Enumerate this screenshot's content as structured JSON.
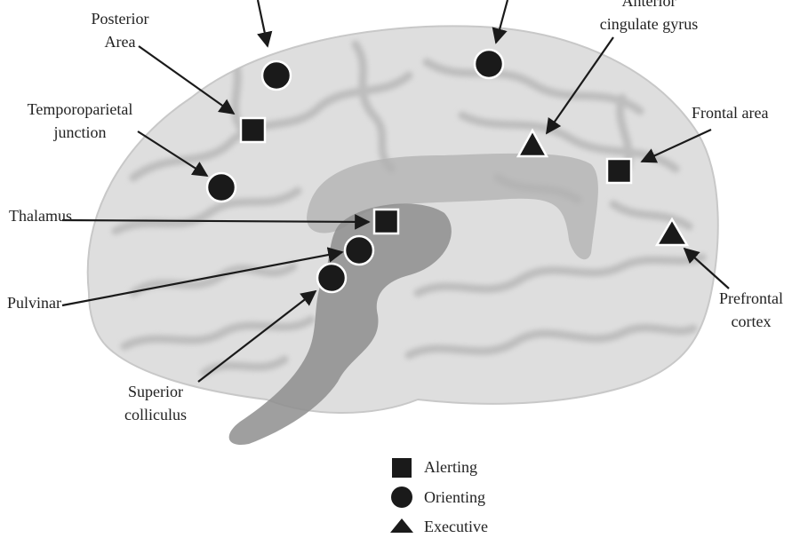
{
  "labels": {
    "anterior_cingulate_line1": "Anterior",
    "anterior_cingulate_line2": "cingulate gyrus",
    "posterior_line1": "Posterior",
    "posterior_line2": "Area",
    "temporoparietal_line1": "Temporoparietal",
    "temporoparietal_line2": "junction",
    "thalamus": "Thalamus",
    "pulvinar": "Pulvinar",
    "superior_line1": "Superior",
    "superior_line2": "colliculus",
    "frontal_area": "Frontal area",
    "prefrontal_line1": "Prefrontal",
    "prefrontal_line2": "cortex"
  },
  "legend": {
    "alerting": "Alerting",
    "orienting": "Orienting",
    "executive": "Executive"
  },
  "markers": [
    {
      "name": "posterior-area-marker",
      "shape": "square",
      "network": "alerting"
    },
    {
      "name": "superior-parietal-marker",
      "shape": "circle",
      "network": "orienting"
    },
    {
      "name": "frontal-eye-field-marker",
      "shape": "circle",
      "network": "orienting"
    },
    {
      "name": "temporoparietal-marker",
      "shape": "circle",
      "network": "orienting"
    },
    {
      "name": "anterior-cingulate-marker",
      "shape": "triangle",
      "network": "executive"
    },
    {
      "name": "frontal-area-marker",
      "shape": "square",
      "network": "alerting"
    },
    {
      "name": "prefrontal-marker",
      "shape": "triangle",
      "network": "executive"
    },
    {
      "name": "thalamus-marker",
      "shape": "square",
      "network": "alerting"
    },
    {
      "name": "pulvinar-marker",
      "shape": "circle",
      "network": "orienting"
    },
    {
      "name": "superior-colliculus-marker",
      "shape": "circle",
      "network": "orienting"
    }
  ],
  "colors": {
    "brain": "#dedede",
    "sulci": "#bdbdbd",
    "inner": "#8e8e8e",
    "marker": "#1a1a1a",
    "text": "#222222"
  }
}
